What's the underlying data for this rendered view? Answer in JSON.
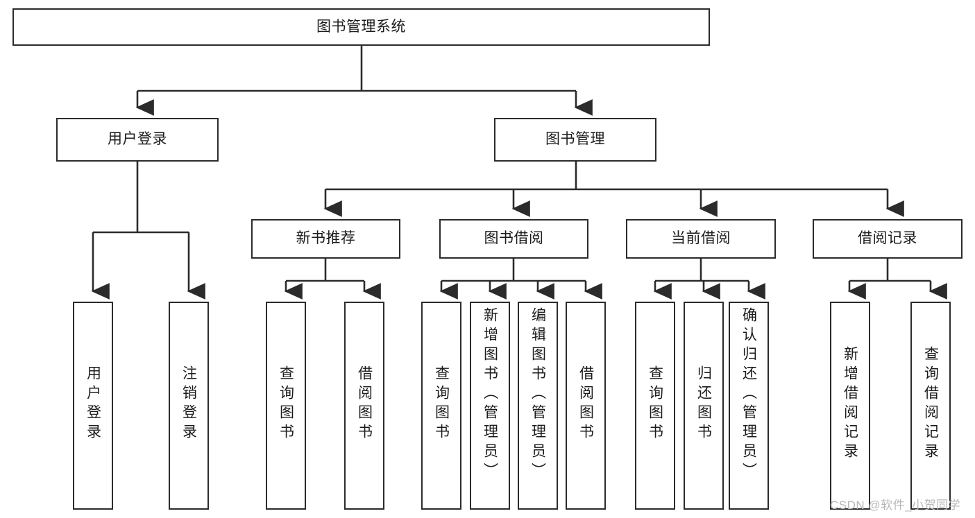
{
  "diagram": {
    "title": "图书管理系统",
    "root": {
      "label": "图书管理系统"
    },
    "level2": [
      {
        "label": "用户登录"
      },
      {
        "label": "图书管理"
      }
    ],
    "level3": [
      {
        "label": "新书推荐"
      },
      {
        "label": "图书借阅"
      },
      {
        "label": "当前借阅"
      },
      {
        "label": "借阅记录"
      }
    ],
    "leaves": {
      "user_login": [
        {
          "label": "用户登录"
        },
        {
          "label": "注销登录"
        }
      ],
      "new_book": [
        {
          "label": "查询图书"
        },
        {
          "label": "借阅图书"
        }
      ],
      "borrow_book": [
        {
          "label": "查询图书"
        },
        {
          "label": "新增图书（管理员）"
        },
        {
          "label": "编辑图书（管理员）"
        },
        {
          "label": "借阅图书"
        }
      ],
      "current_borrow": [
        {
          "label": "查询图书"
        },
        {
          "label": "归还图书"
        },
        {
          "label": "确认归还（管理员）"
        }
      ],
      "borrow_record": [
        {
          "label": "新增借阅记录"
        },
        {
          "label": "查询借阅记录"
        }
      ]
    }
  },
  "watermark": {
    "text": "CSDN @软件_小贺同学"
  },
  "colors": {
    "stroke": "#2b2b2b",
    "fill": "#ffffff",
    "text": "#1b1b1b",
    "watermark": "#b8b8b8"
  }
}
